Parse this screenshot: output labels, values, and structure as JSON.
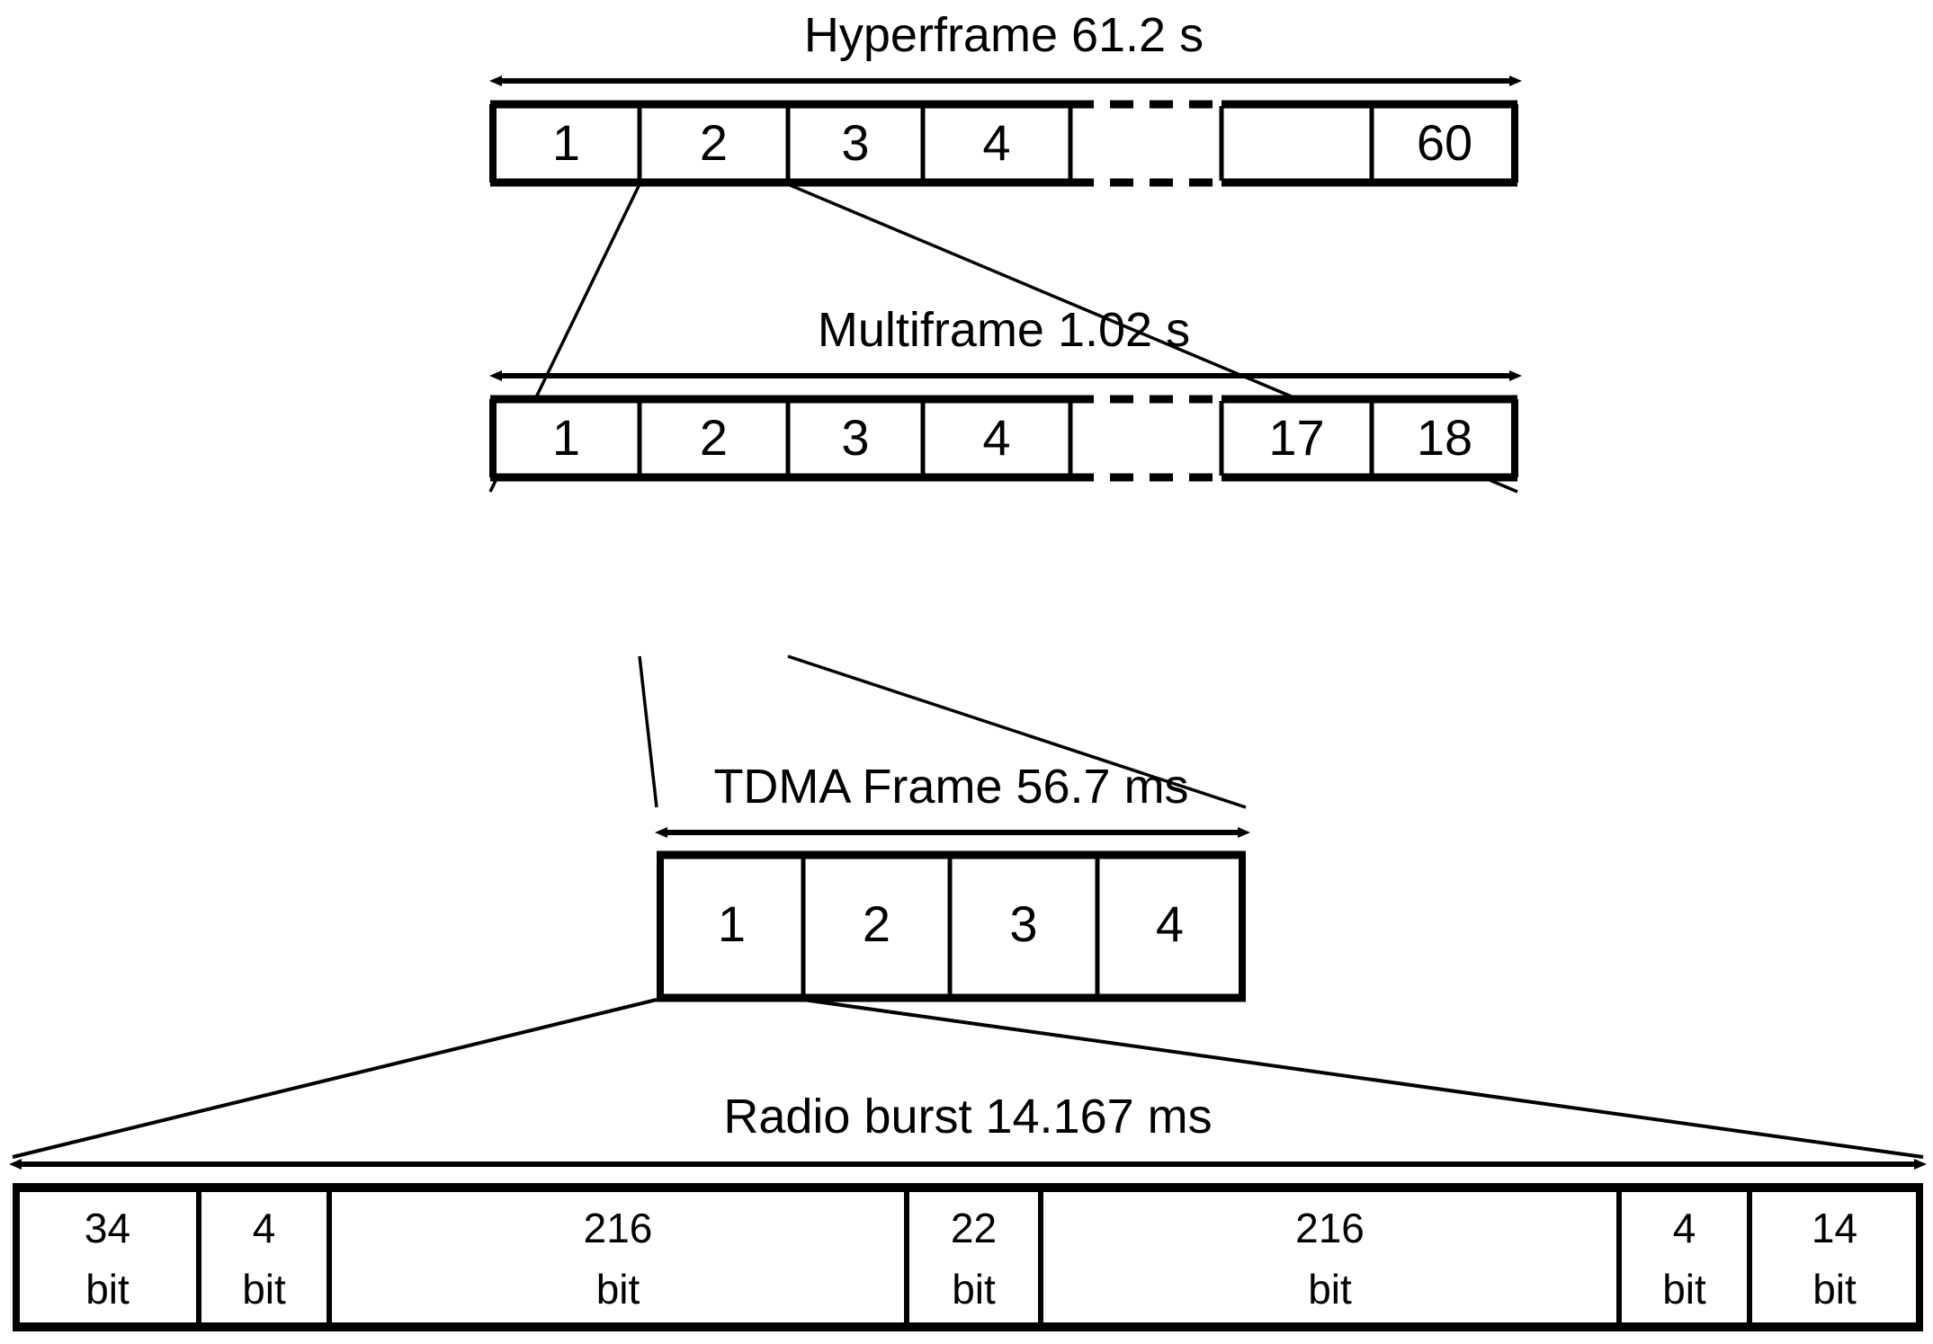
{
  "diagram": {
    "title": "GSM/TDMA frame hierarchy",
    "stroke_color": "#000000",
    "background_color": "#ffffff",
    "levels": [
      {
        "id": "hyperframe",
        "label": "Hyperframe  61.2 s",
        "cells": [
          "1",
          "2",
          "3",
          "4",
          "",
          "",
          "60"
        ],
        "gap_after_index": 3,
        "note": "dashed gap between cell 4 and the trailing cells"
      },
      {
        "id": "multiframe",
        "label": "Multiframe  1.02 s",
        "cells": [
          "1",
          "2",
          "3",
          "4",
          "",
          "17",
          "18"
        ],
        "gap_after_index": 3,
        "note": "dashed gap between cell 4 and cell 17"
      },
      {
        "id": "tdma-frame",
        "label": "TDMA Frame  56.7 ms",
        "cells": [
          "1",
          "2",
          "3",
          "4"
        ],
        "gap_after_index": -1,
        "note": "four timeslots, no gap"
      },
      {
        "id": "radio-burst",
        "label": "Radio burst 14.167 ms",
        "cells": [
          {
            "value": "34",
            "unit": "bit"
          },
          {
            "value": "4",
            "unit": "bit"
          },
          {
            "value": "216",
            "unit": "bit"
          },
          {
            "value": "22",
            "unit": "bit"
          },
          {
            "value": "216",
            "unit": "bit"
          },
          {
            "value": "4",
            "unit": "bit"
          },
          {
            "value": "14",
            "unit": "bit"
          }
        ],
        "note": "burst field sizes in bits"
      }
    ]
  },
  "hyperframe": {
    "title": "Hyperframe  61.2 s",
    "c1": "1",
    "c2": "2",
    "c3": "3",
    "c4": "4",
    "c5": "",
    "c6": "60"
  },
  "multiframe": {
    "title": "Multiframe  1.02 s",
    "c1": "1",
    "c2": "2",
    "c3": "3",
    "c4": "4",
    "c5": "17",
    "c6": "18"
  },
  "tdma": {
    "title": "TDMA Frame  56.7 ms",
    "c1": "1",
    "c2": "2",
    "c3": "3",
    "c4": "4"
  },
  "burst": {
    "title": "Radio burst 14.167 ms",
    "f1v": "34",
    "f1u": "bit",
    "f2v": "4",
    "f2u": "bit",
    "f3v": "216",
    "f3u": "bit",
    "f4v": "22",
    "f4u": "bit",
    "f5v": "216",
    "f5u": "bit",
    "f6v": "4",
    "f6u": "bit",
    "f7v": "14",
    "f7u": "bit"
  }
}
